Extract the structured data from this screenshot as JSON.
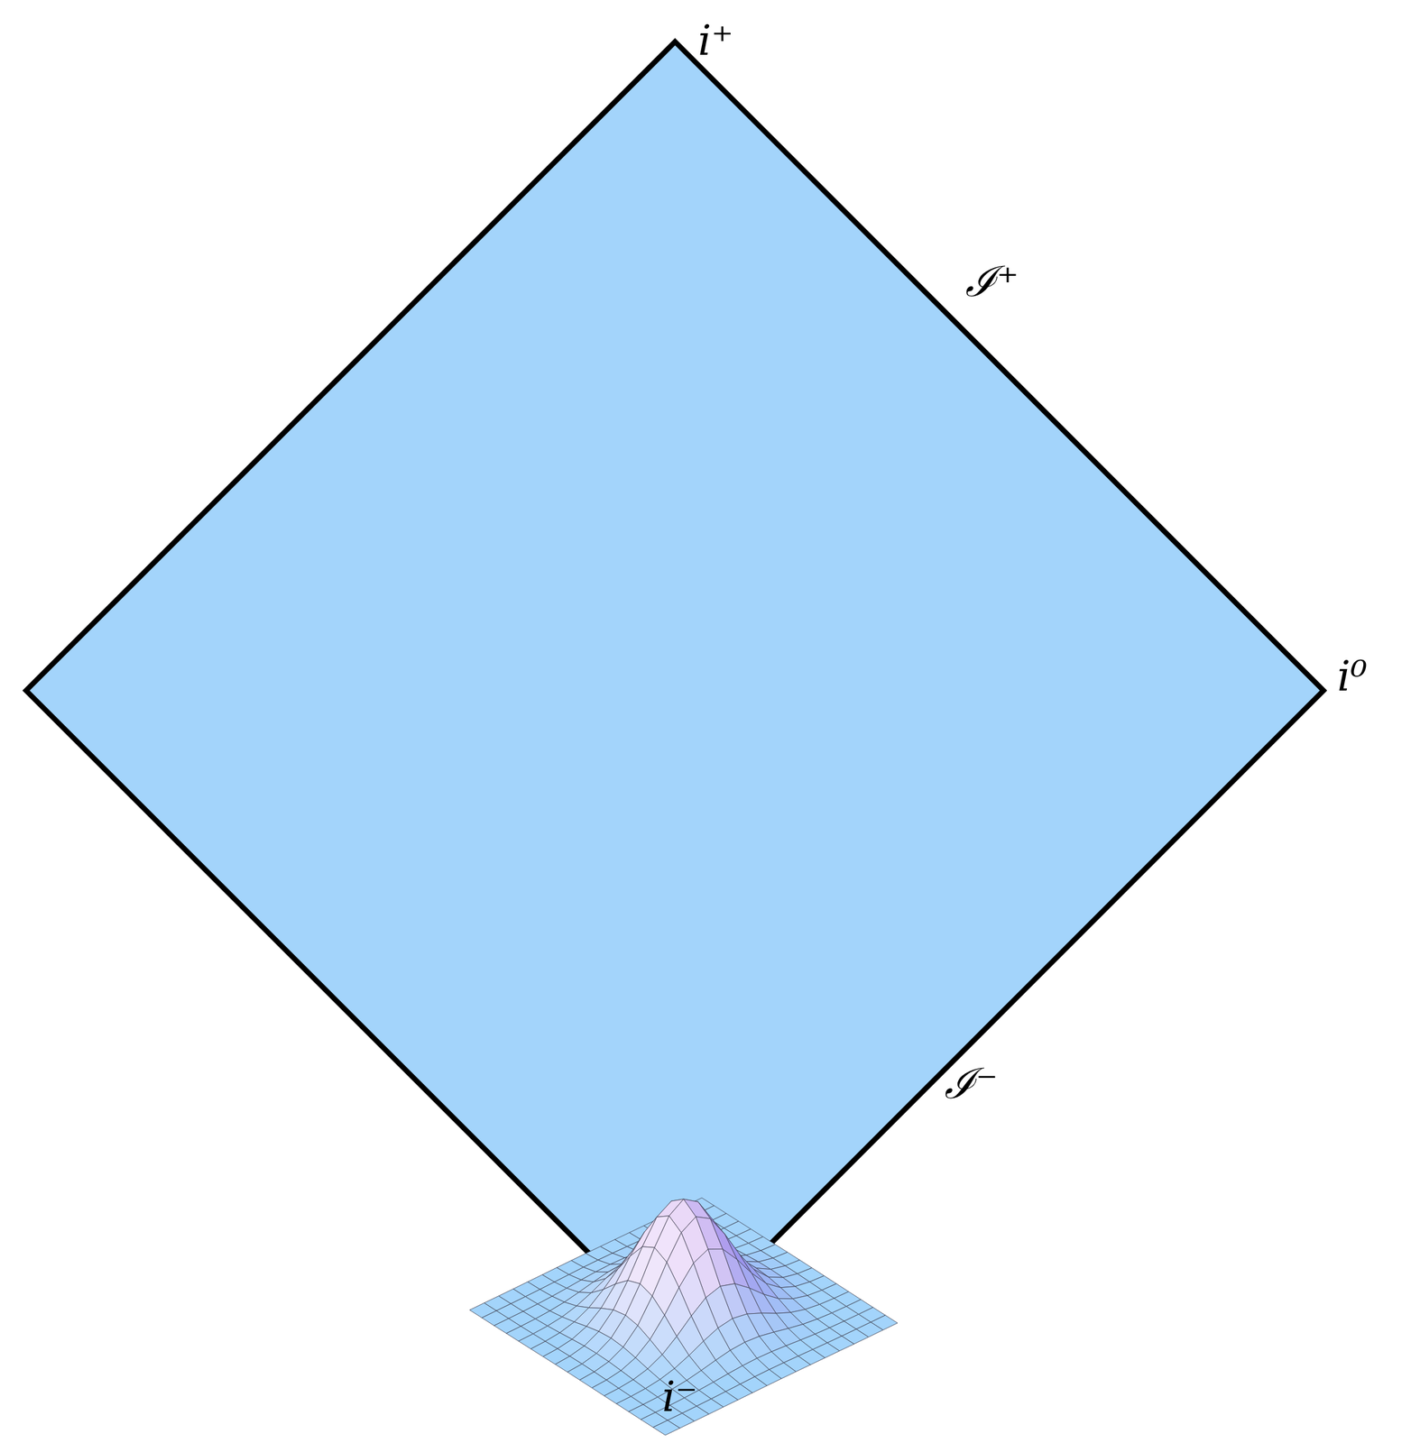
{
  "diagram": {
    "labels": [
      "i⁺",
      "ℐ⁺",
      "i⁰",
      "ℐ⁻",
      "i⁻"
    ]
  }
}
